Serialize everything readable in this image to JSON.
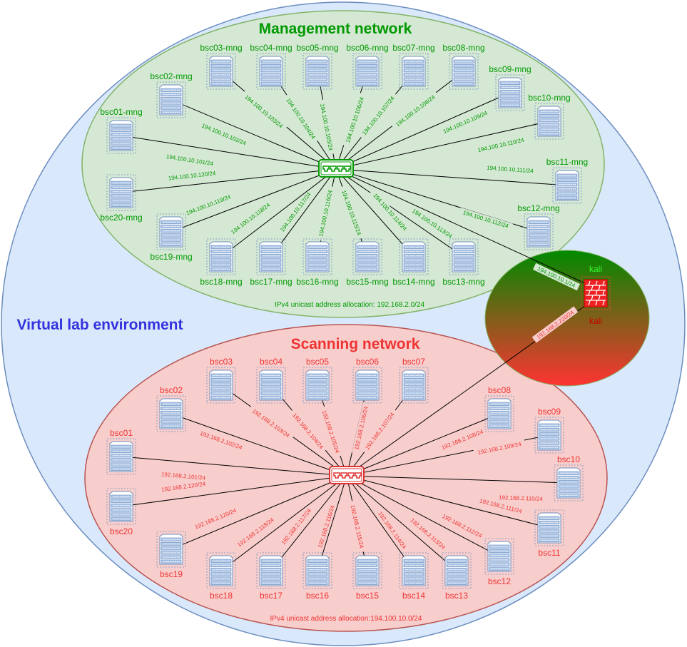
{
  "env": {
    "title": "Virtual lab environment"
  },
  "colors": {
    "env_fill": "#dae8fc",
    "env_stroke": "#6c8ebf",
    "env_text": "#3333dd",
    "mng_fill": "#d5e8d4",
    "mng_stroke": "#82b366",
    "mng_text": "#009900",
    "scan_fill": "#f8cecc",
    "scan_stroke": "#b85450",
    "scan_text": "#ee3333",
    "server_fill": "#dae8fc",
    "server_stroke": "#6c8ebf"
  },
  "management": {
    "title": "Management network",
    "caption": "IPv4 unicast address allocation: 192.168.2.0/24",
    "hosts": [
      {
        "name": "bsc01-mng",
        "ip": "194.100.10.101/24"
      },
      {
        "name": "bsc02-mng",
        "ip": "194.100.10.102/24"
      },
      {
        "name": "bsc03-mng",
        "ip": "194.100.10.103/24"
      },
      {
        "name": "bsc04-mng",
        "ip": "194.100.10.104/24"
      },
      {
        "name": "bsc05-mng",
        "ip": "194.100.10.105/24"
      },
      {
        "name": "bsc06-mng",
        "ip": "194.100.10.106/24"
      },
      {
        "name": "bsc07-mng",
        "ip": "194.100.10.107/24"
      },
      {
        "name": "bsc08-mng",
        "ip": "194.100.10.108/24"
      },
      {
        "name": "bsc09-mng",
        "ip": "194.100.10.109/24"
      },
      {
        "name": "bsc10-mng",
        "ip": "194.100.10.110/24"
      },
      {
        "name": "bsc11-mng",
        "ip": "194.100.10.111/24"
      },
      {
        "name": "bsc12-mng",
        "ip": "194.100.10.112/24"
      },
      {
        "name": "bsc13-mng",
        "ip": "194.100.10.113/24"
      },
      {
        "name": "bsc14-mng",
        "ip": "194.100.10.114/24"
      },
      {
        "name": "bsc15-mng",
        "ip": "194.100.10.115/24"
      },
      {
        "name": "bsc16-mng",
        "ip": "194.100.10.116/24"
      },
      {
        "name": "bsc17-mng",
        "ip": "194.100.10.117/24"
      },
      {
        "name": "bsc18-mng",
        "ip": "194.100.10.118/24"
      },
      {
        "name": "bsc19-mng",
        "ip": "194.100.10.119/24"
      },
      {
        "name": "bsc20-mng",
        "ip": "194.100.10.120/24"
      }
    ]
  },
  "scanning": {
    "title": "Scanning network",
    "caption": "IPv4 unicast address allocation:194.100.10.0/24",
    "hosts": [
      {
        "name": "bsc01",
        "ip": "192.168.2.101/24"
      },
      {
        "name": "bsc02",
        "ip": "192.168.2.102/24"
      },
      {
        "name": "bsc03",
        "ip": "192.168.2.103/24"
      },
      {
        "name": "bsc04",
        "ip": "192.168.2.104/24"
      },
      {
        "name": "bsc05",
        "ip": "192.168.2.105/24"
      },
      {
        "name": "bsc06",
        "ip": "192.168.2.106/24"
      },
      {
        "name": "bsc07",
        "ip": "192.168.2.107/24"
      },
      {
        "name": "bsc08",
        "ip": "192.168.2.108/24"
      },
      {
        "name": "bsc09",
        "ip": "192.168.2.109/24"
      },
      {
        "name": "bsc10",
        "ip": "192.168.2.110/24"
      },
      {
        "name": "bsc11",
        "ip": "192.168.2.111/24"
      },
      {
        "name": "bsc12",
        "ip": "192.168.2.112/24"
      },
      {
        "name": "bsc13",
        "ip": "192.168.2.113/24"
      },
      {
        "name": "bsc14",
        "ip": "192.168.2.114/24"
      },
      {
        "name": "bsc15",
        "ip": "192.168.2.115/24"
      },
      {
        "name": "bsc16",
        "ip": "192.168.2.116/24"
      },
      {
        "name": "bsc17",
        "ip": "192.168.2.117/24"
      },
      {
        "name": "bsc18",
        "ip": "192.168.2.118/24"
      },
      {
        "name": "bsc19",
        "ip": "192.168.2.120/24"
      },
      {
        "name": "bsc20",
        "ip": "192.168.2.120/24"
      }
    ]
  },
  "kali": {
    "label_mng": "kali",
    "label_scan": "kali",
    "ip_mng": "194.100.10.1/24",
    "ip_scan": "192.168.2.220/24"
  }
}
